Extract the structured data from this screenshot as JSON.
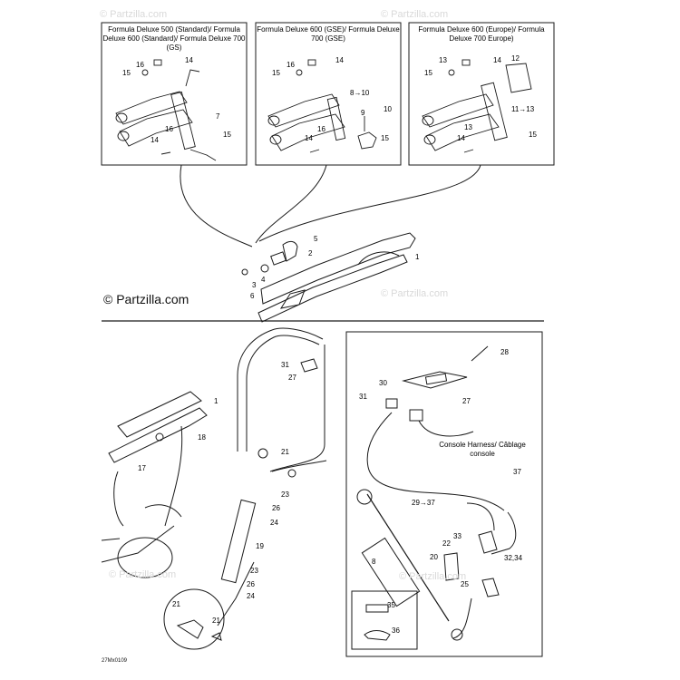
{
  "watermark": "© Partzilla.com",
  "brand_mark": "© Partzilla.com",
  "figure_code": "27Mx0109",
  "insets": [
    {
      "title": "Formula Deluxe 500 (Standard)/ Formula Deluxe 600 (Standard)/ Formula Deluxe 700 (GS)",
      "labels": [
        "16",
        "14",
        "15",
        "7",
        "16",
        "14",
        "15"
      ]
    },
    {
      "title": "Formula Deluxe 600 (GSE)/ Formula Deluxe 700 (GSE)",
      "labels": [
        "16",
        "14",
        "15",
        "8→10",
        "9",
        "10",
        "14",
        "16",
        "15"
      ]
    },
    {
      "title": "Formula Deluxe 600 (Europe)/ Formula Deluxe 700 Europe)",
      "labels": [
        "13",
        "14",
        "15",
        "12",
        "11→13",
        "14",
        "13",
        "15"
      ]
    }
  ],
  "steering_labels": [
    "5",
    "2",
    "1",
    "4",
    "3",
    "6"
  ],
  "lower_left_labels": [
    "1",
    "18",
    "17",
    "31",
    "27",
    "21",
    "23",
    "26",
    "24",
    "19",
    "23",
    "26",
    "24",
    "21",
    "21"
  ],
  "right_panel_labels": [
    "28",
    "30",
    "31",
    "27",
    "37",
    "29→37",
    "33",
    "22",
    "20",
    "25",
    "32,34",
    "8",
    "35",
    "36"
  ],
  "console_callout": "Console Harness/ Câblage console",
  "colors": {
    "line": "#1a1a1a",
    "fill": "#ffffff",
    "watermark": "#d9d9d9"
  }
}
